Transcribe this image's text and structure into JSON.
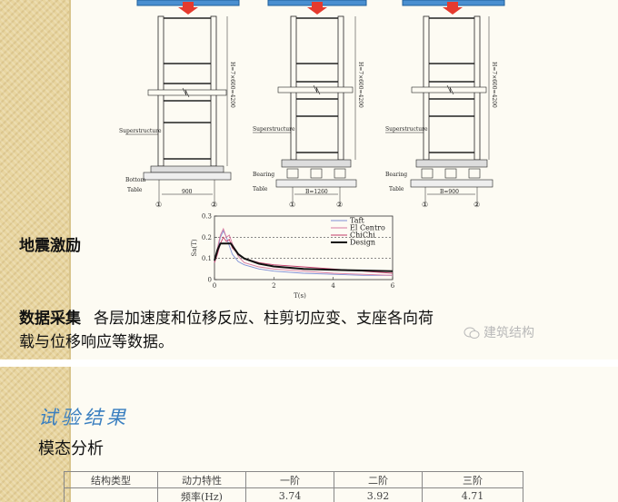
{
  "frame_diagram": {
    "height_label": "H=7×600=4200",
    "superstructure": "Superstructure",
    "bottom_label": "Bottom",
    "table_label": "Table",
    "bearing_label": "Bearing",
    "dims": [
      "900",
      "B=1260",
      "B=900"
    ],
    "axis_marks": [
      "①",
      "②"
    ]
  },
  "excitation_label": "地震激励",
  "chart_data": {
    "type": "line",
    "title": "",
    "xlabel": "T(s)",
    "ylabel": "Sa(T)",
    "xlim": [
      0,
      6
    ],
    "ylim": [
      0,
      0.3
    ],
    "xticks": [
      "0",
      "2",
      "4",
      "6"
    ],
    "yticks": [
      "0",
      "0.1",
      "0.2",
      "0.3"
    ],
    "legend_position": "top-right",
    "series": [
      {
        "name": "Taft",
        "color": "#7e8fd6",
        "x": [
          0,
          0.1,
          0.2,
          0.3,
          0.4,
          0.5,
          0.6,
          0.8,
          1.0,
          1.5,
          2.0,
          3.0,
          4.0,
          5.0,
          6.0
        ],
        "y": [
          0.08,
          0.14,
          0.2,
          0.23,
          0.2,
          0.16,
          0.12,
          0.085,
          0.07,
          0.05,
          0.04,
          0.03,
          0.025,
          0.02,
          0.02
        ]
      },
      {
        "name": "El Centro",
        "color": "#d87aa0",
        "x": [
          0,
          0.1,
          0.2,
          0.3,
          0.35,
          0.4,
          0.5,
          0.6,
          0.7,
          0.8,
          1.0,
          1.5,
          2.0,
          3.0,
          4.0,
          5.0,
          6.0
        ],
        "y": [
          0.08,
          0.15,
          0.21,
          0.24,
          0.22,
          0.2,
          0.21,
          0.17,
          0.14,
          0.11,
          0.08,
          0.06,
          0.05,
          0.04,
          0.03,
          0.025,
          0.02
        ]
      },
      {
        "name": "ChiChi",
        "color": "#c23d6a",
        "x": [
          0,
          0.1,
          0.2,
          0.3,
          0.4,
          0.5,
          0.6,
          0.8,
          1.0,
          1.5,
          2.0,
          3.0,
          4.0,
          5.0,
          6.0
        ],
        "y": [
          0.08,
          0.12,
          0.17,
          0.2,
          0.18,
          0.19,
          0.15,
          0.12,
          0.1,
          0.08,
          0.07,
          0.06,
          0.05,
          0.04,
          0.03
        ]
      },
      {
        "name": "Design",
        "color": "#111111",
        "x": [
          0,
          0.1,
          0.2,
          0.55,
          0.8,
          1.0,
          1.5,
          2.0,
          3.0,
          4.0,
          5.0,
          6.0
        ],
        "y": [
          0.09,
          0.14,
          0.17,
          0.17,
          0.12,
          0.1,
          0.075,
          0.062,
          0.05,
          0.046,
          0.043,
          0.04
        ]
      }
    ],
    "reference_lines": [
      0.1,
      0.2
    ]
  },
  "data_collection": {
    "label": "数据采集",
    "text_line1": "各层加速度和位移反应、柱剪切应变、支座各向荷",
    "text_line2": "载与位移响应等数据。"
  },
  "watermark": "建筑结构",
  "results": {
    "title": "试验结果",
    "modal_title": "模态分析",
    "table": {
      "headers": [
        "结构类型",
        "动力特性",
        "一阶",
        "二阶",
        "三阶"
      ],
      "rows": [
        [
          "",
          "频率(Hz)",
          "3.74",
          "3.92",
          "4.71"
        ]
      ]
    }
  }
}
